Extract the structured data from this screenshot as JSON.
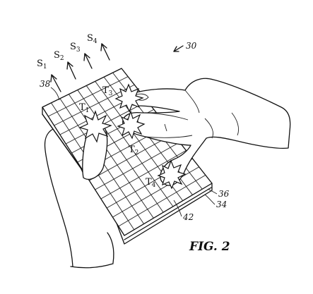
{
  "figure": {
    "caption": "FIG. 2",
    "ref_device": "30",
    "ref_surface": "38",
    "ref_layer_a": "36",
    "ref_layer_b": "34",
    "ref_grid": "42"
  },
  "signals": [
    {
      "base": "S",
      "sub": "1"
    },
    {
      "base": "S",
      "sub": "2"
    },
    {
      "base": "S",
      "sub": "3"
    },
    {
      "base": "S",
      "sub": "4"
    }
  ],
  "touches": [
    {
      "base": "T",
      "sub": "1"
    },
    {
      "base": "T",
      "sub": "2"
    },
    {
      "base": "T",
      "sub": "3"
    },
    {
      "base": "T",
      "sub": "4"
    }
  ]
}
